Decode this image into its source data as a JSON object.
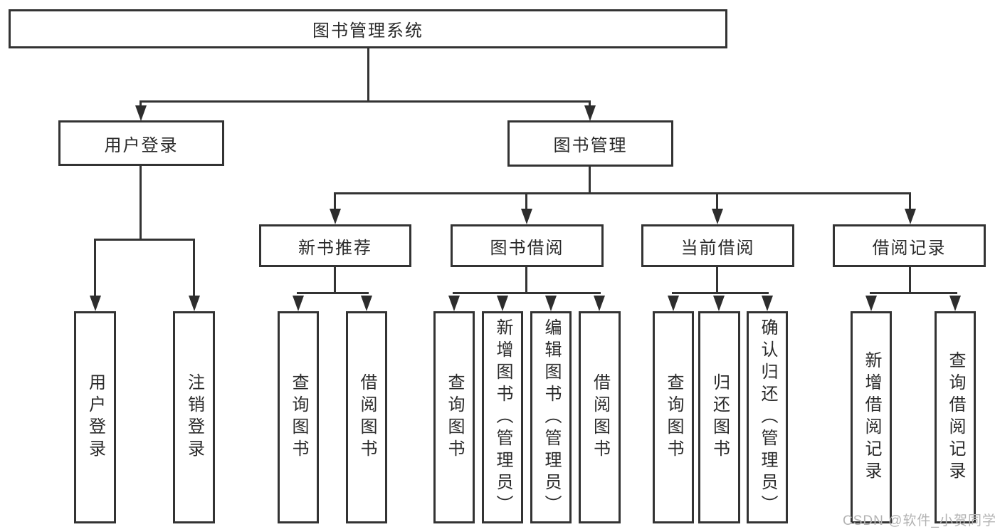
{
  "diagram": {
    "title": "图书管理系统",
    "tree": {
      "root": {
        "label": "图书管理系统",
        "children": [
          {
            "label": "用户登录",
            "children": [
              {
                "label": "用户登录"
              },
              {
                "label": "注销登录"
              }
            ]
          },
          {
            "label": "图书管理",
            "children": [
              {
                "label": "新书推荐",
                "children": [
                  {
                    "label": "查询图书"
                  },
                  {
                    "label": "借阅图书"
                  }
                ]
              },
              {
                "label": "图书借阅",
                "children": [
                  {
                    "label": "查询图书"
                  },
                  {
                    "label": "新增图书（管理员）"
                  },
                  {
                    "label": "编辑图书（管理员）"
                  },
                  {
                    "label": "借阅图书"
                  }
                ]
              },
              {
                "label": "当前借阅",
                "children": [
                  {
                    "label": "查询图书"
                  },
                  {
                    "label": "归还图书"
                  },
                  {
                    "label": "确认归还（管理员）"
                  }
                ]
              },
              {
                "label": "借阅记录",
                "children": [
                  {
                    "label": "新增借阅记录"
                  },
                  {
                    "label": "查询借阅记录"
                  }
                ]
              }
            ]
          }
        ]
      }
    },
    "line_color": "#333333",
    "arrow_color": "#2d2d2d",
    "watermark": "CSDN @软件_小贺同学"
  }
}
